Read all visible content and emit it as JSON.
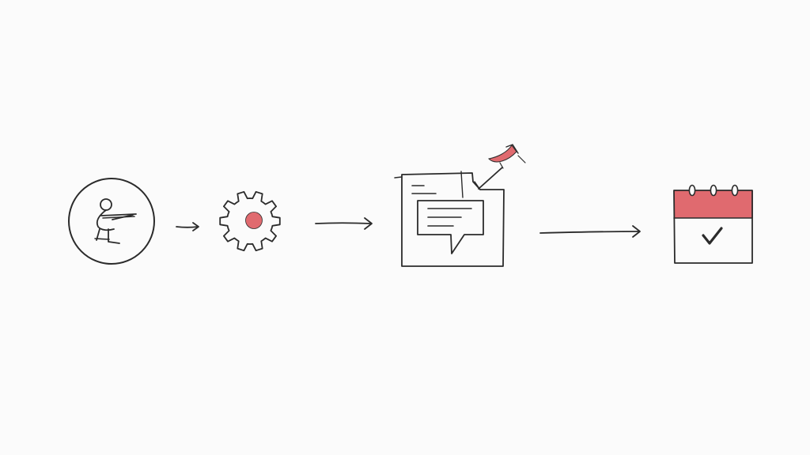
{
  "diagram": {
    "steps": [
      {
        "id": "person-at-desk",
        "icon": "person-at-desk-icon"
      },
      {
        "id": "settings-gear",
        "icon": "gear-icon"
      },
      {
        "id": "document-with-comment",
        "icon": "document-comment-icon"
      },
      {
        "id": "calendar-checked",
        "icon": "calendar-check-icon"
      }
    ],
    "connectors": [
      {
        "from": "person-at-desk",
        "to": "settings-gear",
        "icon": "arrow-right-icon"
      },
      {
        "from": "settings-gear",
        "to": "document-with-comment",
        "icon": "arrow-right-icon"
      },
      {
        "from": "document-with-comment",
        "to": "calendar-checked",
        "icon": "arrow-right-icon"
      }
    ]
  },
  "colors": {
    "background": "#fbfbfb",
    "ink": "#2b2b2b",
    "accent": "#e06a6f"
  }
}
